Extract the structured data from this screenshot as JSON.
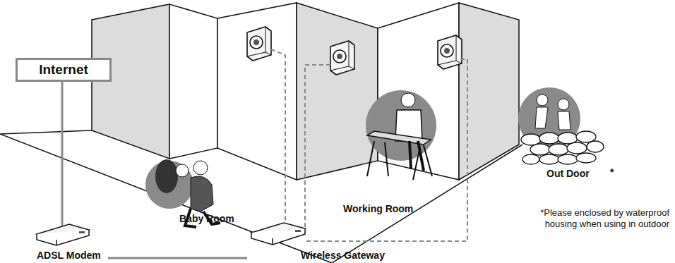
{
  "diagram": {
    "nodes": [
      {
        "text": [
          "Internet"
        ]
      },
      {
        "text": [
          "ADSL Modem"
        ]
      },
      {
        "text": [
          "Wireless Gateway"
        ]
      }
    ],
    "edges": [
      {
        "from": 0,
        "to": 1,
        "arrow": "none"
      },
      {
        "from": 1,
        "to": 2,
        "arrow": "none"
      }
    ],
    "labels": [
      "Baby Room",
      "Working Room",
      "Out Door",
      "*",
      "*Please enclosed by waterproof housing when using in outdoor"
    ]
  }
}
